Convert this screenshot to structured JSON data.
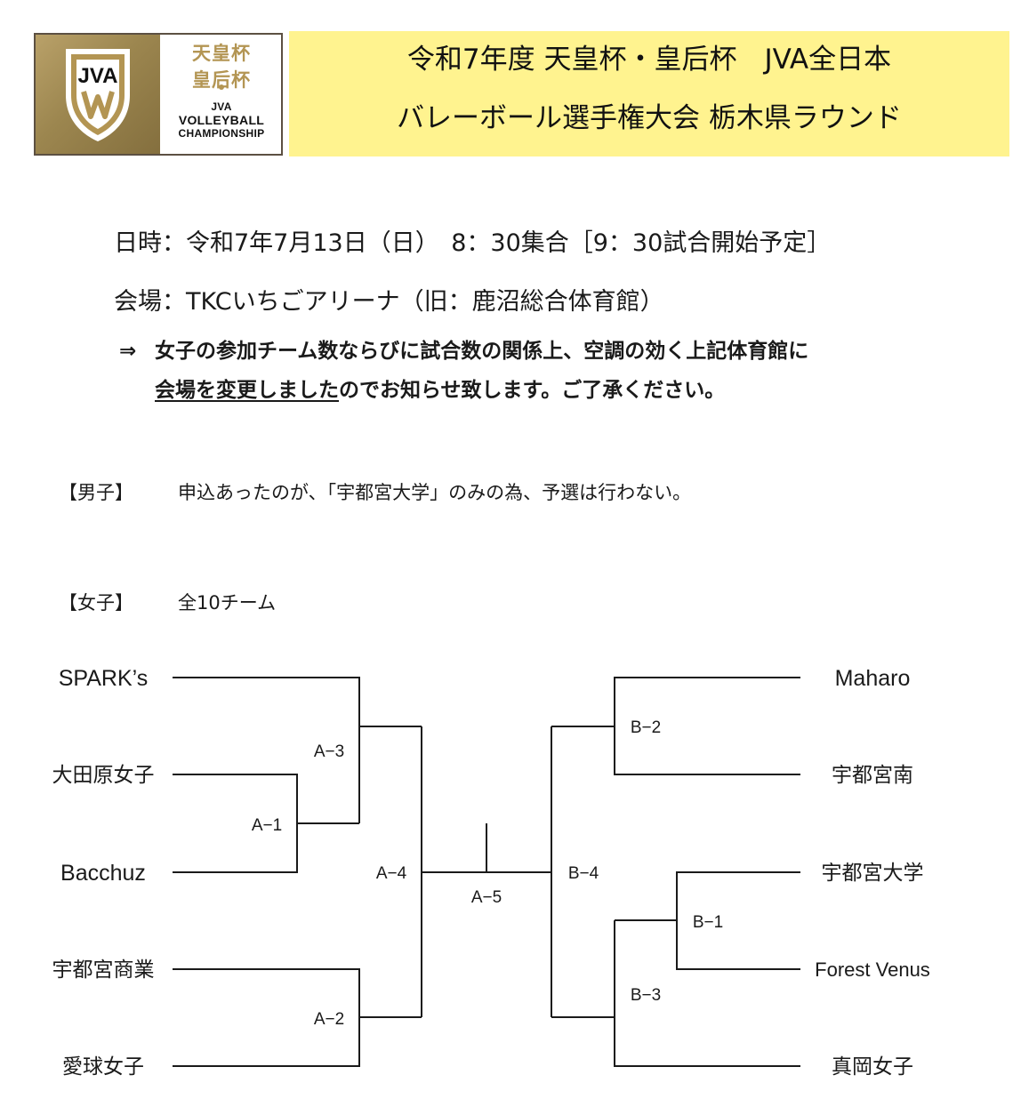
{
  "logo": {
    "mark_text": "JVA",
    "jp_line1": "天皇杯",
    "jp_line2": "皇后杯",
    "en_line1": "JVA",
    "en_line2": "VOLLEYBALL",
    "en_line3": "CHAMPIONSHIP"
  },
  "header": {
    "title_line1": "令和7年度 天皇杯・皇后杯　JVA全日本",
    "title_line2": "バレーボール選手権大会 栃木県ラウンド",
    "banner_color": "#fff38f"
  },
  "info": {
    "datetime": "日時：令和7年7月13日（日）　8：30集合［9：30試合開始予定］",
    "venue": "会場：TKCいちごアリーナ（旧：鹿沼総合体育館）",
    "notice_arrow": "⇒",
    "notice_line1": "女子の参加チーム数ならびに試合数の関係上、空調の効く上記体育館に",
    "notice_line2_underlined": "会場を変更しました",
    "notice_line2_rest": "のでお知らせ致します。ご了承ください。"
  },
  "men": {
    "label": "【男子】",
    "text": "申込あったのが、「宇都宮大学」のみの為、予選は行わない。"
  },
  "women": {
    "label": "【女子】",
    "text": "全10チーム"
  },
  "bracket": {
    "left_teams": [
      "SPARK’s",
      "大田原女子",
      "Bacchuz",
      "宇都宮商業",
      "愛球女子"
    ],
    "right_teams": [
      "Maharo",
      "宇都宮南",
      "宇都宮大学",
      "Forest Venus",
      "真岡女子"
    ],
    "matches": {
      "A-1": "A−1",
      "A-2": "A−2",
      "A-3": "A−3",
      "A-4": "A−4",
      "A-5": "A−5",
      "B-1": "B−1",
      "B-2": "B−2",
      "B-3": "B−3",
      "B-4": "B−4"
    }
  }
}
